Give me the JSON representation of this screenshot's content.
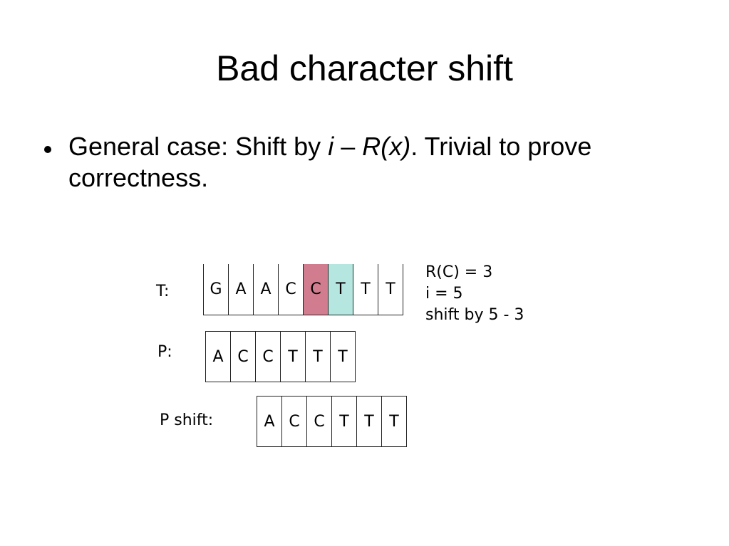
{
  "slide": {
    "title": "Bad character shift",
    "bullet": {
      "prefix": "General case: Shift by ",
      "var_i": "i",
      "dash": " – ",
      "var_rx": "R(x)",
      "suffix": ". Trivial to prove correctness."
    }
  },
  "diagram": {
    "rows": [
      {
        "label": "T:",
        "cells": [
          "G",
          "A",
          "A",
          "C",
          "C",
          "T",
          "T",
          "T"
        ]
      },
      {
        "label": "P:",
        "cells": [
          "A",
          "C",
          "C",
          "T",
          "T",
          "T"
        ]
      },
      {
        "label": "P shift:",
        "cells": [
          "A",
          "C",
          "C",
          "T",
          "T",
          "T"
        ]
      }
    ],
    "highlights": {
      "mismatch_index": 4,
      "mismatch_color": "#d27c8f",
      "match_index": 5,
      "match_color": "#b6e6e0"
    },
    "notes": [
      "R(C) = 3",
      "i = 5",
      "shift by 5 - 3"
    ]
  }
}
